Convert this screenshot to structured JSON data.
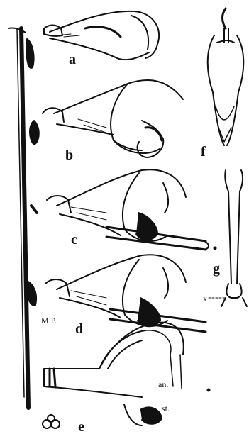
{
  "figure_labels": {
    "a": "a",
    "b": "b",
    "c": "c",
    "d": "d",
    "e": "e",
    "f": "f",
    "g": "g"
  },
  "annotations": {
    "anther": "an.",
    "stigma": "st.",
    "cross_mark": "x",
    "initials": "M.P."
  },
  "colors": {
    "ink": "#111111",
    "paper": "#ffffff"
  }
}
